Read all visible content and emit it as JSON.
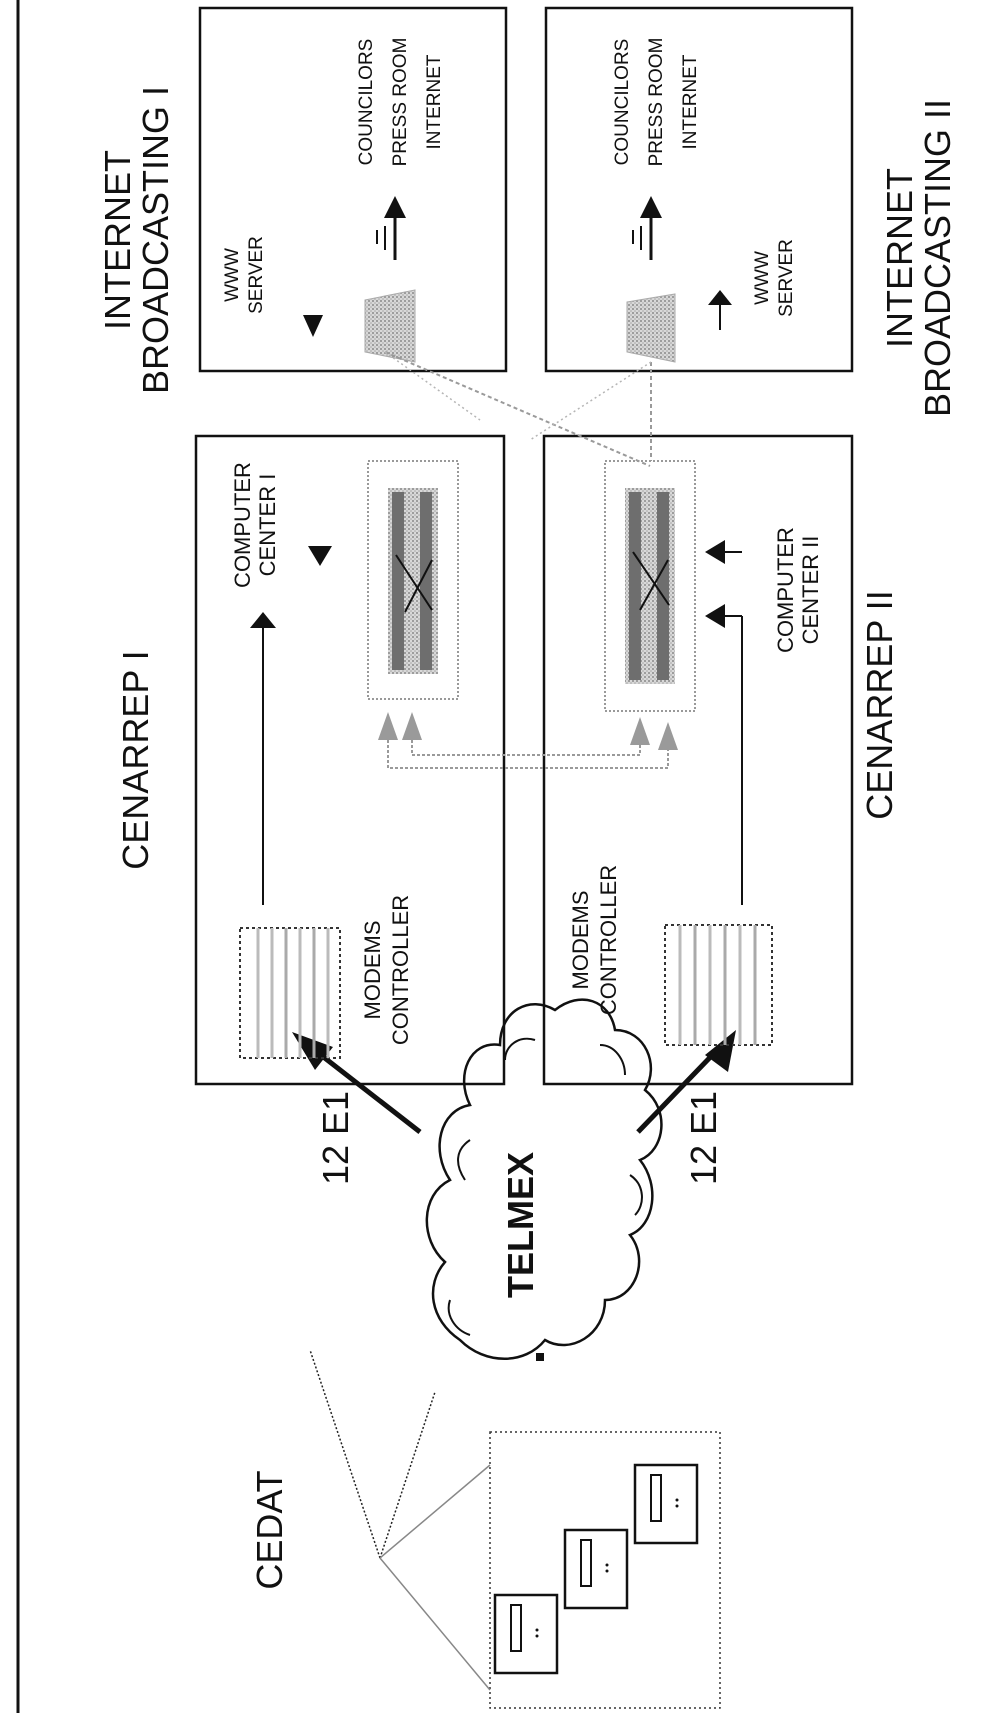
{
  "labels": {
    "cedat": "CEDAT",
    "telmex": "TELMEX",
    "link_upper": "12 E1",
    "link_lower": "12 E1",
    "cenarrep_1": "CENARREP I",
    "cenarrep_2": "CENARREP II",
    "modems_1": "MODEMS",
    "controller_1": "CONTROLLER",
    "modems_2": "MODEMS",
    "controller_2": "CONTROLLER",
    "computer_center_1_line1": "COMPUTER",
    "computer_center_1_line2": "CENTER I",
    "computer_center_2_line1": "COMPUTER",
    "computer_center_2_line2": "CENTER II",
    "ib1_line1": "INTERNET",
    "ib1_line2": "BROADCASTING I",
    "ib2_line1": "INTERNET",
    "ib2_line2": "BROADCASTING II",
    "www_1_line1": "WWW",
    "www_1_line2": "SERVER",
    "www_2_line1": "WWW",
    "www_2_line2": "SERVER",
    "dest_1_line1": "COUNCILORS",
    "dest_1_line2": "PRESS ROOM",
    "dest_1_line3": "INTERNET",
    "dest_2_line1": "COUNCILORS",
    "dest_2_line2": "PRESS ROOM",
    "dest_2_line3": "INTERNET"
  },
  "colors": {
    "ink": "#111111",
    "gray_link": "#9a9a9a",
    "rack_dark": "#7a7a7a",
    "rack_light": "#bdbdbd",
    "server_fill": "#c4c4c4"
  }
}
